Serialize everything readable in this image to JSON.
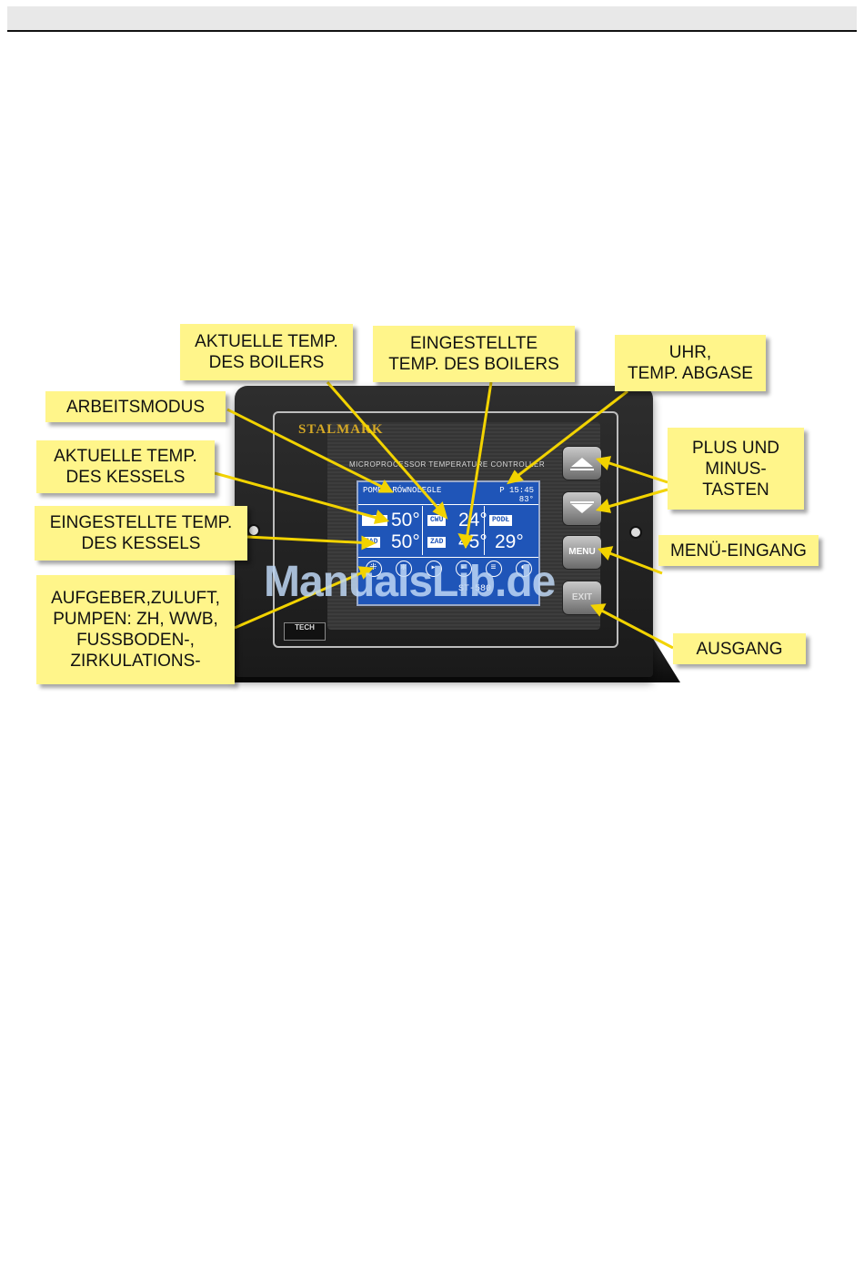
{
  "device": {
    "brand": "STALMARK",
    "subtitle": "MICROPROCESSOR TEMPERATURE CONTROLLER",
    "logo": "TECH",
    "buttons": {
      "menu": "MENU",
      "exit": "EXIT"
    }
  },
  "lcd": {
    "mode": "POMPY RÓWNOLEGLE",
    "clock": "P  15:45",
    "flue": "83°",
    "boiler_current": "50°",
    "boiler_set": "50°",
    "cwu_label": "CWU",
    "water_current": "24°",
    "water_set": "45°",
    "zad_label": "ZAD",
    "podl_label": "PODŁ",
    "floor_temp": "29°",
    "model": "ST-580"
  },
  "callouts": {
    "boiler_current": "AKTUELLE TEMP.\nDES BOILERS",
    "boiler_set": "EINGESTELLTE\nTEMP. DES BOILERS",
    "clock": "UHR,\nTEMP. ABGASE",
    "mode": "ARBEITSMODUS",
    "kessel_current": "AKTUELLE TEMP.\nDES KESSELS",
    "kessel_set": "EINGESTELLTE TEMP.\nDES KESSELS",
    "pumps": "AUFGEBER,ZULUFT,\nPUMPEN: ZH, WWB,\nFUSSBODEN-,\nZIRKULATIONS-",
    "plus_minus": "PLUS UND\nMINUS-\nTASTEN",
    "menu": "MENÜ-EINGANG",
    "exit": "AUSGANG"
  },
  "watermark": "ManualsLib.de",
  "colors": {
    "callout": "#fff58a",
    "lcd": "#1f55b8",
    "arrow": "#f2d300"
  }
}
